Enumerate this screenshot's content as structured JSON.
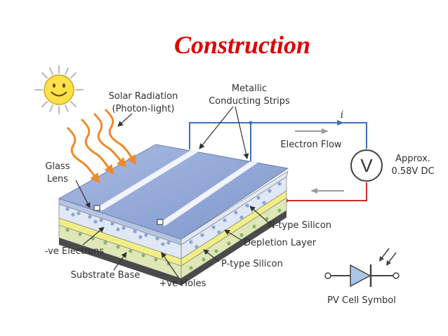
{
  "slide": {
    "title": "Construction"
  },
  "labels": {
    "solar_radiation": "Solar Radiation",
    "photon_light": "(Photon-light)",
    "metallic": "Metallic",
    "conducting_strips": "Conducting Strips",
    "current_symbol": "i",
    "electron_flow": "Electron Flow",
    "voltmeter_letter": "V",
    "approx": "Approx.",
    "voltage": "0.58V DC",
    "glass": "Glass",
    "lens": "Lens",
    "n_type": "N-type Silicon",
    "depletion": "Depletion Layer",
    "p_type": "P-type Silicon",
    "neg_electrons": "-ve Electrons",
    "substrate": "Substrate Base",
    "pos_holes": "+ve Holes",
    "pv_symbol": "PV Cell Symbol"
  },
  "icons": {
    "sun": "sun-icon",
    "voltmeter": "voltmeter-icon",
    "pv_symbol": "pv-cell-symbol-icon"
  },
  "colors": {
    "title": "#e00000",
    "glass": "#8ea4d4",
    "n_layer": "#dfe8f4",
    "depletion": "#f2ee86",
    "p_layer": "#dfe7b6",
    "substrate": "#4a4a4a",
    "wire_top": "#3c72b5",
    "wire_bottom": "#d22a2a",
    "photon": "#ef8a2a",
    "sun": "#ffe04a",
    "symbol_fill": "#a9c7e8"
  }
}
